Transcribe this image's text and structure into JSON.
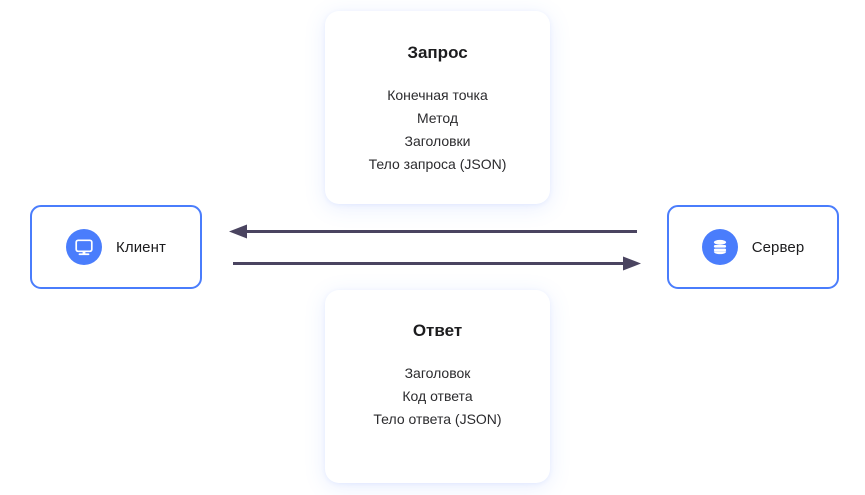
{
  "diagram": {
    "title_not_rendered": "",
    "accent_color": "#4a7dfc",
    "arrow_color": "#4a4460",
    "nodes": [
      {
        "id": "client",
        "label": "Клиент",
        "icon": "monitor-icon"
      },
      {
        "id": "server",
        "label": "Сервер",
        "icon": "database-icon"
      }
    ],
    "cards": [
      {
        "id": "request",
        "title": "Запрос",
        "lines": [
          "Конечная точка",
          "Метод",
          "Заголовки",
          "Тело запроса (JSON)"
        ]
      },
      {
        "id": "response",
        "title": "Ответ",
        "lines": [
          "Заголовок",
          "Код ответа",
          "Тело ответа (JSON)"
        ]
      }
    ],
    "arrows": [
      {
        "id": "response-arrow",
        "direction": "left",
        "from": "server",
        "to": "client"
      },
      {
        "id": "request-arrow",
        "direction": "right",
        "from": "client",
        "to": "server"
      }
    ]
  }
}
